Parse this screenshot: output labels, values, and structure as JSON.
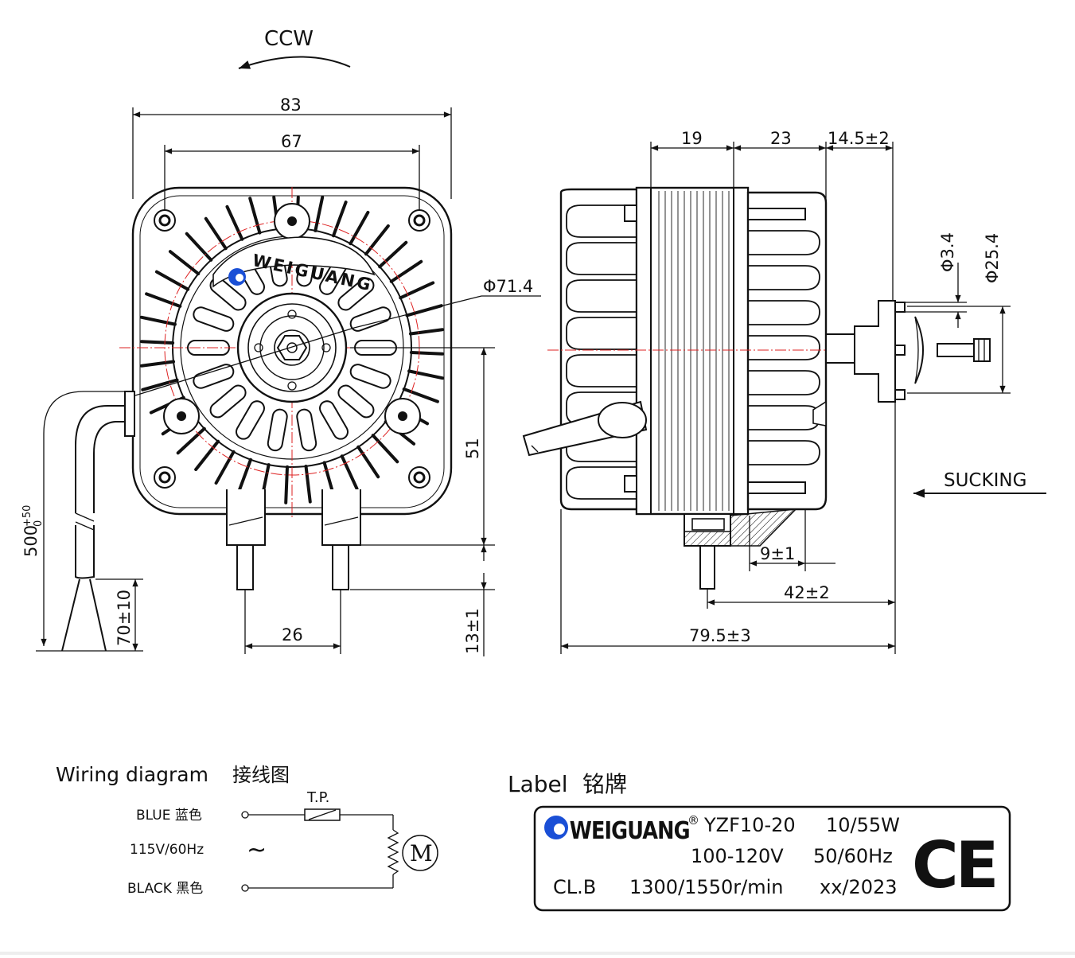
{
  "rotation": {
    "label": "CCW"
  },
  "front_view": {
    "brand": "WEIGUANG",
    "dims": {
      "width_outer": "83",
      "width_inner": "67",
      "diameter": "Φ71.4",
      "height_center": "51",
      "lead_offset": "13±1",
      "lead_spacing": "26",
      "cable_length_base": "500",
      "cable_tol_upper": "+50",
      "cable_tol_lower": "0",
      "cable_end": "70±10"
    }
  },
  "side_view": {
    "dims": {
      "seg_a": "19",
      "seg_b": "23",
      "seg_c": "14.5±2",
      "shaft_d": "Φ3.4",
      "hub_d": "Φ25.4",
      "terminal": "9±1",
      "shaft_pos": "42±2",
      "total_len": "79.5±3"
    },
    "airflow_label": "SUCKING"
  },
  "wiring": {
    "title": "Wiring diagram",
    "title_cn": "接线图",
    "tp_label": "T.P.",
    "blue_label": "BLUE 蓝色",
    "supply_label": "115V/60Hz",
    "tilde": "~",
    "black_label": "BLACK 黑色",
    "motor_symbol": "M"
  },
  "label_plate": {
    "title": "Label",
    "title_cn": "铭牌",
    "brand": "WEIGUANG",
    "registered": "®",
    "model": "YZF10-20",
    "power": "10/55W",
    "voltage": "100-120V",
    "frequency": "50/60Hz",
    "insulation": "CL.B",
    "speed": "1300/1550r/min",
    "date": "xx/2023",
    "cert": "CE"
  },
  "colors": {
    "ink": "#111111",
    "center_line": "#dd2222",
    "logo_blue": "#1a4fd6"
  }
}
